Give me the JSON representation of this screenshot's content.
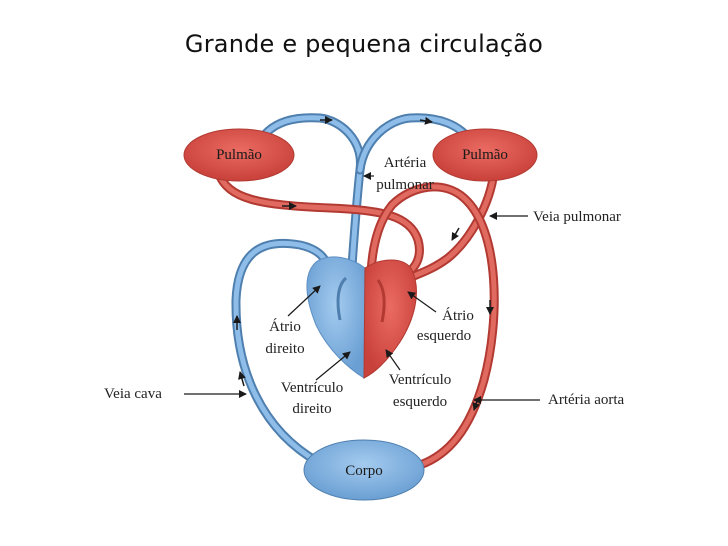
{
  "title": "Grande e pequena circulação",
  "organs": {
    "lung_left": "Pulmão",
    "lung_right": "Pulmão",
    "body": "Corpo"
  },
  "labels": {
    "arteria_line1": "Artéria",
    "arteria_line2": "pulmonar",
    "veia_pulmonar": "Veia pulmonar",
    "atrio_esquerdo_line1": "Átrio",
    "atrio_esquerdo_line2": "esquerdo",
    "atrio_direito_line1": "Átrio",
    "atrio_direito_line2": "direito",
    "ventriculo_esquerdo_line1": "Ventrículo",
    "ventriculo_esquerdo_line2": "esquerdo",
    "ventriculo_direito_line1": "Ventrículo",
    "ventriculo_direito_line2": "direito",
    "veia_cava": "Veia cava",
    "arteria_aorta": "Artéria aorta"
  },
  "colors": {
    "oxygenated": "#d9534a",
    "oxygenated_dark": "#b23a32",
    "deoxygenated": "#7fb0de",
    "deoxygenated_dark": "#4f7fae",
    "arrow": "#1a1a1a"
  }
}
